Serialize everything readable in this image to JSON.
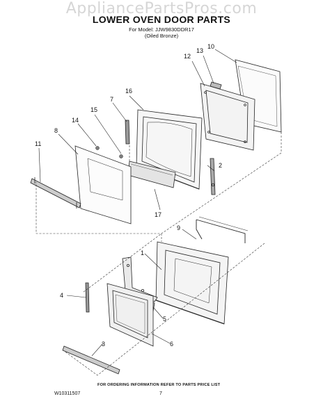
{
  "watermark": "AppliancePartsPros.com",
  "title": "LOWER OVEN DOOR PARTS",
  "subtitle_model": "For Model: JJW9830DDR17",
  "subtitle_finish": "(Oiled Bronze)",
  "callouts": [
    "1",
    "2",
    "3",
    "4",
    "5",
    "6",
    "7",
    "8",
    "9",
    "10",
    "11",
    "12",
    "13",
    "14",
    "15",
    "16",
    "17"
  ],
  "footer": {
    "ordering_note": "FOR ORDERING INFORMATION REFER TO PARTS PRICE LIST",
    "doc_number": "W10311507",
    "page_number": "7"
  }
}
